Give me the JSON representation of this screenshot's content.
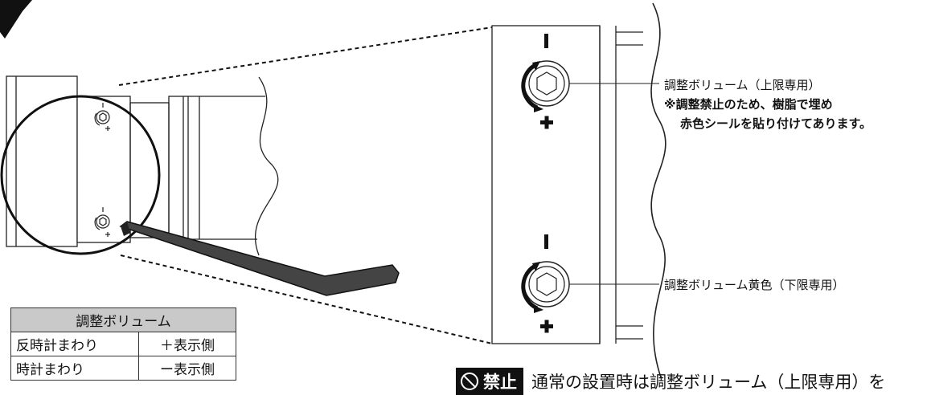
{
  "callouts": {
    "upper_label": "調整ボリューム（上限専用）",
    "upper_note_line1": "※調整禁止のため、樹脂で埋め",
    "upper_note_line2": "赤色シールを貼り付けてあります。",
    "lower_label": "調整ボリューム黄色（下限専用）"
  },
  "marks": {
    "minus": "−",
    "plus": "+"
  },
  "volume_table": {
    "header": "調整ボリューム",
    "rows": [
      [
        "反時計まわり",
        "＋表示側"
      ],
      [
        "時計まわり",
        "ー表示側"
      ]
    ]
  },
  "warning": {
    "badge": "禁止",
    "text": "通常の設置時は調整ボリューム（上限専用）を"
  }
}
